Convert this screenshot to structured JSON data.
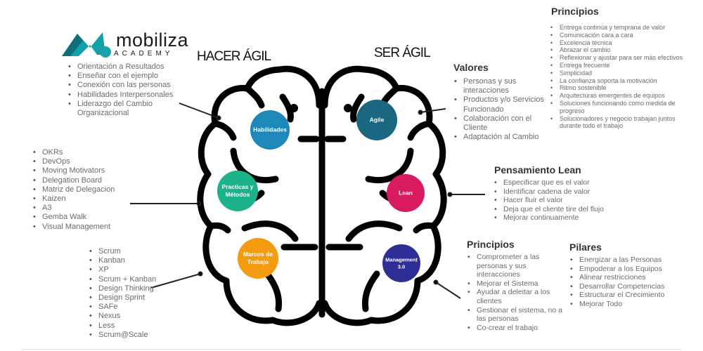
{
  "logo": {
    "name": "mobiliza",
    "sub": "ACADEMY"
  },
  "headings": {
    "hacer": "HACER ÁGIL",
    "ser": "SER ÁGIL"
  },
  "circles": [
    {
      "label": "Habilidades",
      "color": "#1e88b8"
    },
    {
      "label": "Practicas y Métodos",
      "color": "#1db38a"
    },
    {
      "label": "Marcos de Trabajo",
      "color": "#f39c12"
    },
    {
      "label": "Agile",
      "color": "#1b6680"
    },
    {
      "label": "Lean",
      "color": "#d81b60"
    },
    {
      "label": "Management 3.0",
      "color": "#2e2f96"
    }
  ],
  "habilidades": [
    "Orientación a Resultados",
    "Enseñar con el ejemplo",
    "Conexión con las personas",
    "Habilidades Interpersonales",
    "Liderazgo del  Cambio Organizacional"
  ],
  "practicas": [
    "OKRs",
    "DevOps",
    "Moving Motivators",
    "Delegation Board",
    "Matriz de Delegacion",
    "Kaizen",
    "A3",
    "Gemba Walk",
    "Visual Management"
  ],
  "marcos": [
    "Scrum",
    "Kanban",
    "XP",
    "Scrum + Kanban",
    "Design Thinking",
    "Design Sprint",
    "SAFe",
    "Nexus",
    "Less",
    "Scrum@Scale"
  ],
  "valores": {
    "title": "Valores",
    "items": [
      "Personas y sus interacciones",
      "Productos y/o Servicios Funcionado",
      "Colaboración con el Cliente",
      "Adaptación al Cambio"
    ]
  },
  "principios_agile": {
    "title": "Principios",
    "items": [
      "Entrega continúa y temprana  de valor",
      "Comunicación cara a cara",
      "Excelencia técnica",
      "Abrazar el cambio",
      "Reflexionar y ajustar para ser más efectivos",
      "Entrega frecuente",
      "Simplicidad",
      "La confianza soporta la motivación",
      "Ritmo sostenible",
      "Arquitecturas emergentes de equipos",
      "Soluciones funcionando como medida de progreso",
      "Solucionadores y negocio trabajan juntos durante todo el trabajo"
    ]
  },
  "lean": {
    "title": "Pensamiento Lean",
    "items": [
      "Especificar que es el valor",
      "Identificar cadena de valor",
      "Hacer  fluir el valor",
      "Deja que el cliente tire del flujo",
      "Mejorar continuamente"
    ]
  },
  "principios_m30": {
    "title": "Principios",
    "items": [
      "Comprometer a las personas y sus interacciones",
      "Mejorar el Sistema",
      "Ayudar a deleitar a los clientes",
      "Gestionar el sistema, no a las personas",
      "Co-crear el trabajo"
    ]
  },
  "pilares": {
    "title": "Pilares",
    "items": [
      "Energizar a las Personas",
      "Empoderar a los Equipos",
      "Alinear restricciones",
      "Desarrollar Competencias",
      "Estructurar el Crecimiento",
      "Mejorar Todo"
    ]
  }
}
